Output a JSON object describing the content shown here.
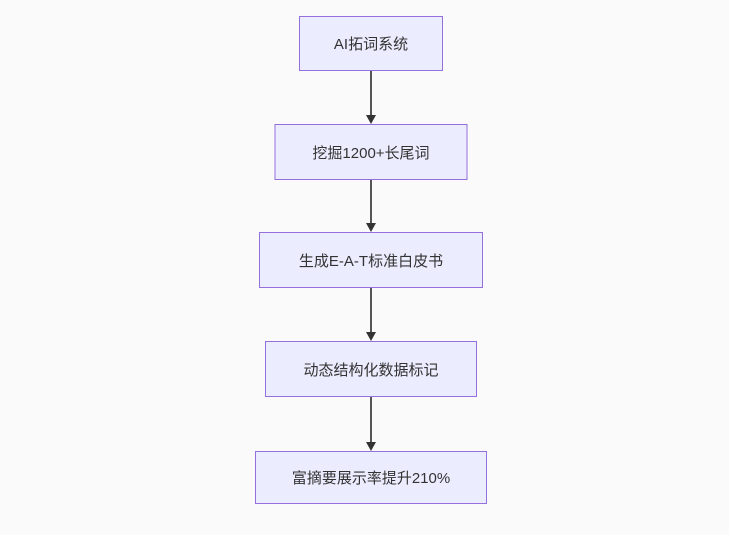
{
  "diagram": {
    "type": "flowchart",
    "direction": "top-down",
    "background": "#FAFAFA",
    "colors": {
      "node_fill": "#ECECFF",
      "node_border": "#9370DB",
      "node_text": "#333333",
      "arrow_line": "#555555",
      "arrow_head": "#333333"
    },
    "nodes": [
      {
        "id": "n1",
        "label": "AI拓词系统"
      },
      {
        "id": "n2",
        "label": "挖掘1200+长尾词"
      },
      {
        "id": "n3",
        "label": "生成E-A-T标准白皮书"
      },
      {
        "id": "n4",
        "label": "动态结构化数据标记"
      },
      {
        "id": "n5",
        "label": "富摘要展示率提升210%"
      }
    ],
    "edges": [
      {
        "from": "n1",
        "to": "n2"
      },
      {
        "from": "n2",
        "to": "n3"
      },
      {
        "from": "n3",
        "to": "n4"
      },
      {
        "from": "n4",
        "to": "n5"
      }
    ]
  }
}
